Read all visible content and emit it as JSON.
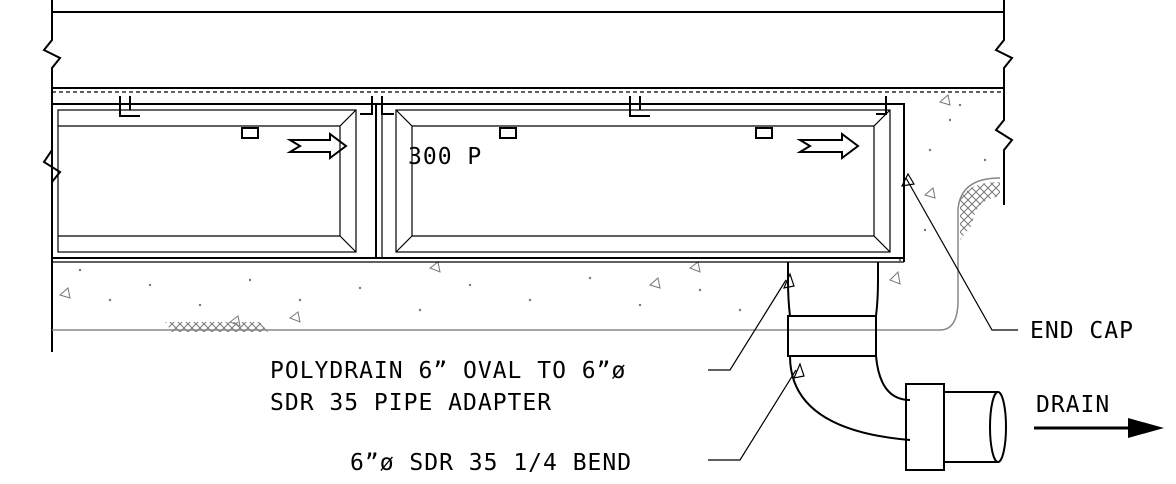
{
  "drawing": {
    "model_text": "300 P",
    "labels": {
      "end_cap": "END CAP",
      "adapter_line1": "POLYDRAIN 6” OVAL TO 6”ø",
      "adapter_line2": "SDR 35 PIPE ADAPTER",
      "bend": "6”ø SDR 35 1/4 BEND",
      "drain": "DRAIN"
    }
  }
}
